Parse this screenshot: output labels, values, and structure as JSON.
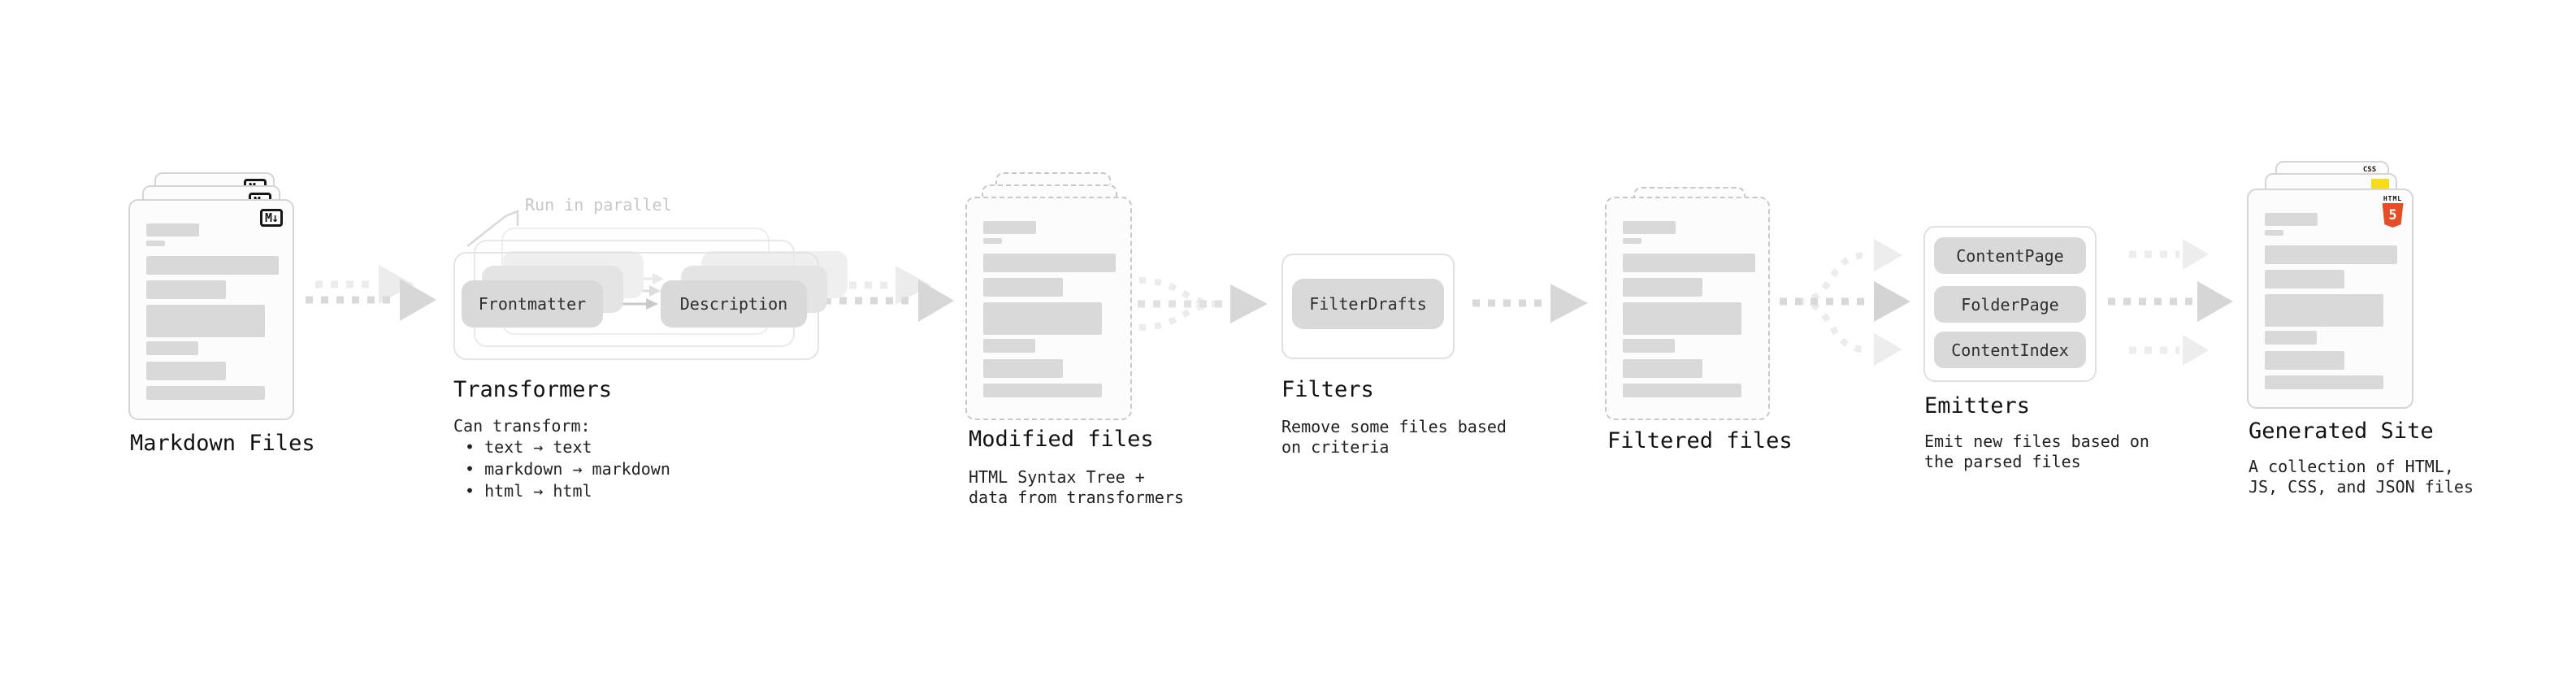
{
  "palette": {
    "arrow_dark": "#d9d9d9",
    "arrow_light": "#ececec",
    "pill_bg": "#d9d9d9",
    "note_gray": "#c7c7c7",
    "html5_orange": "#e44d26",
    "js_yellow": "#f5de19",
    "css_blue": "#264de4"
  },
  "sections": {
    "markdown_files": {
      "label": "Markdown Files",
      "badge": "M↓"
    },
    "transformers": {
      "label": "Transformers",
      "note": "Run in parallel",
      "pills": [
        "Frontmatter",
        "Description"
      ],
      "caption": "Can transform:",
      "bullets": [
        "• text → text",
        "• markdown → markdown",
        "• html → html"
      ]
    },
    "modified_files": {
      "label": "Modified files",
      "caption_lines": [
        "HTML Syntax Tree +",
        "data from transformers"
      ]
    },
    "filters": {
      "label": "Filters",
      "pills": [
        "FilterDrafts"
      ],
      "caption_lines": [
        "Remove some files based",
        "on criteria"
      ]
    },
    "filtered_files": {
      "label": "Filtered files"
    },
    "emitters": {
      "label": "Emitters",
      "pills": [
        "ContentPage",
        "FolderPage",
        "ContentIndex"
      ],
      "caption_lines": [
        "Emit new files based on",
        "the parsed files"
      ]
    },
    "generated_site": {
      "label": "Generated Site",
      "caption_lines": [
        "A collection of HTML,",
        "JS, CSS, and JSON files"
      ],
      "badges": {
        "html_label": "HTML",
        "html_number": "5",
        "css": "CSS"
      }
    }
  }
}
